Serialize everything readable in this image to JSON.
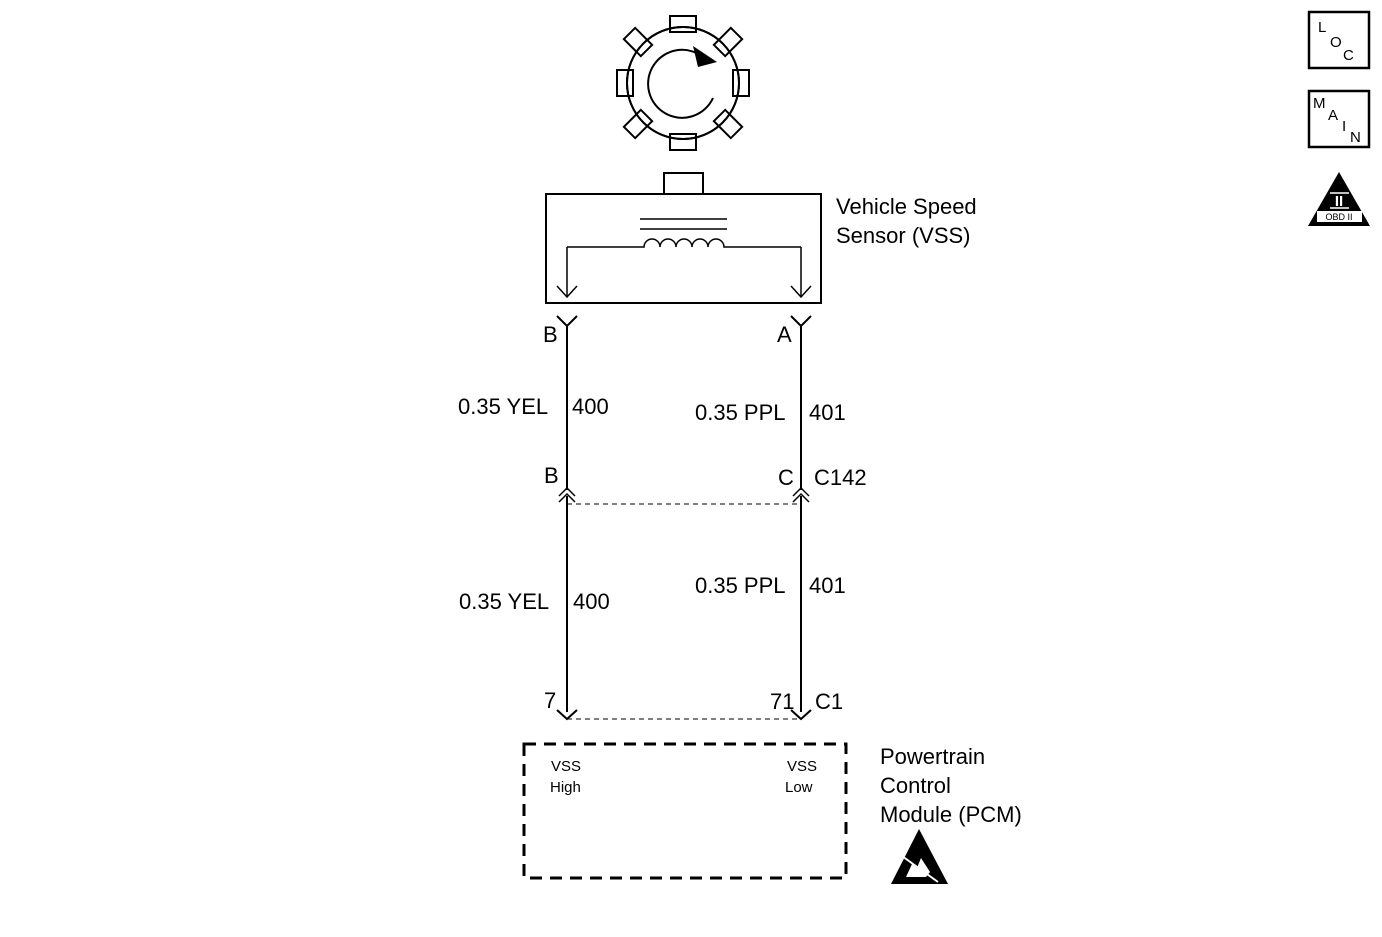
{
  "side_icons": {
    "loc": {
      "l1": "L",
      "l2": "O",
      "l3": "C"
    },
    "main": {
      "l1": "M",
      "l2": "A",
      "l3": "I",
      "l4": "N"
    },
    "obd": {
      "roman": "II",
      "label": "OBD II"
    }
  },
  "sensor": {
    "title_line1": "Vehicle Speed",
    "title_line2": "Sensor (VSS)",
    "pin_left": "B",
    "pin_right": "A"
  },
  "wires": {
    "upper_left": {
      "size_color": "0.35 YEL",
      "circuit": "400"
    },
    "upper_right": {
      "size_color": "0.35 PPL",
      "circuit": "401"
    },
    "lower_left": {
      "size_color": "0.35 YEL",
      "circuit": "400"
    },
    "lower_right": {
      "size_color": "0.35 PPL",
      "circuit": "401"
    }
  },
  "connector_c142": {
    "name": "C142",
    "pin_left": "B",
    "pin_right": "C"
  },
  "connector_c1": {
    "name": "C1",
    "pin_left": "7",
    "pin_right": "71"
  },
  "pcm": {
    "title_line1": "Powertrain",
    "title_line2": "Control",
    "title_line3": "Module (PCM)",
    "left_label_1": "VSS",
    "left_label_2": "High",
    "right_label_1": "VSS",
    "right_label_2": "Low"
  }
}
